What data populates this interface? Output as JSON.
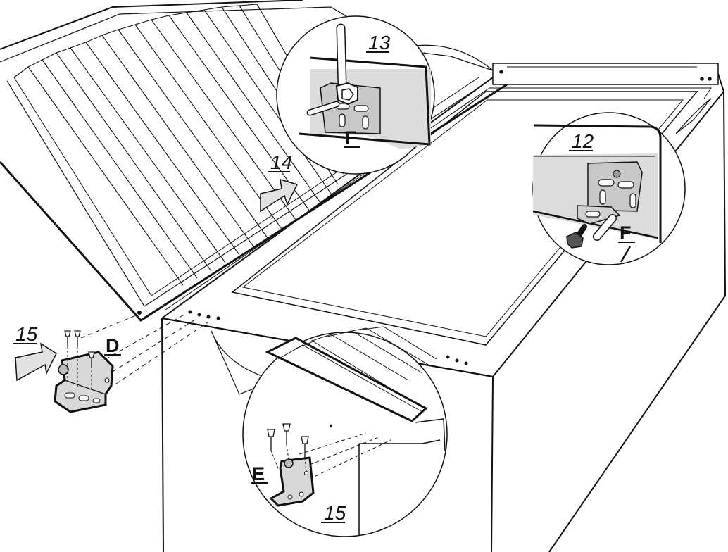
{
  "labels": {
    "step_13": "13",
    "step_14": "14",
    "step_12": "12",
    "step_15_left": "15",
    "step_15_inset": "15",
    "part_f_top": "F",
    "part_f_right": "F",
    "part_d": "D",
    "part_e": "E"
  },
  "colors": {
    "line": "#111111",
    "part_fill": "#dcdcdc",
    "arrow_fill": "#e2e2e2",
    "bracket_fill": "#d8d8d8"
  }
}
